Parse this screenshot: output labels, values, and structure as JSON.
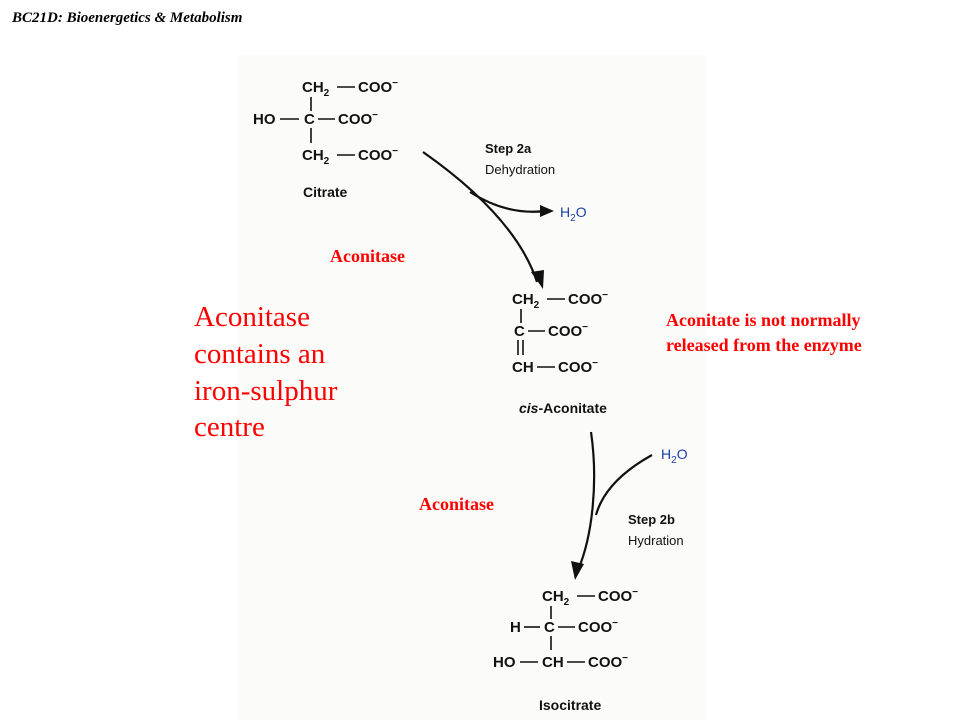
{
  "header": "BC21D: Bioenergetics & Metabolism",
  "labels": {
    "enzyme_top": "Aconitase",
    "enzyme_bottom": "Aconitase",
    "note_iron_sulphur": "Aconitase contains an iron-sulphur centre",
    "note_aconitate": "Aconitate is not normally released from the enzyme"
  },
  "molecules": {
    "citrate": "Citrate",
    "cis_prefix": "cis",
    "cis_name": "-Aconitate",
    "isocitrate": "Isocitrate"
  },
  "steps": {
    "step_a_title": "Step 2a",
    "step_a_name": "Dehydration",
    "step_b_title": "Step 2b",
    "step_b_name": "Hydration"
  },
  "chem": {
    "ch2": "CH",
    "coo": "COO",
    "ho": "HO",
    "h": "H",
    "c": "C",
    "ch": "CH",
    "two": "2",
    "minus": "−",
    "water_h": "H",
    "water_o": "O"
  },
  "colors": {
    "annotation": "#ff0000",
    "water": "#1a3fa8"
  }
}
